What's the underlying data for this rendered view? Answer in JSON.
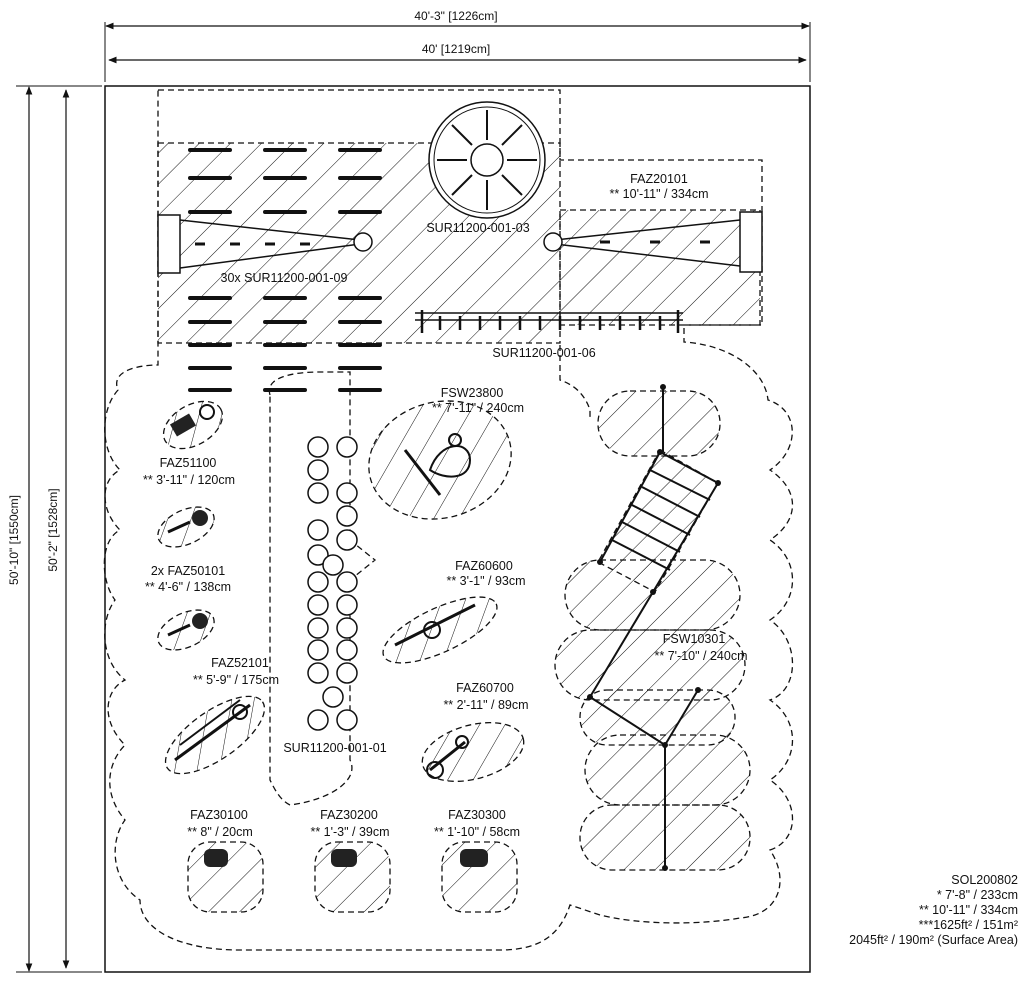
{
  "dimensions": {
    "outer_width": "40'-3\" [1226cm]",
    "inner_width": "40' [1219cm]",
    "outer_height": "50'-10\" [1550cm]",
    "inner_height": "50'-2\" [1528cm]"
  },
  "components": {
    "faz20101": {
      "code": "FAZ20101",
      "size": "** 10'-11\" / 334cm"
    },
    "sur_03": {
      "code": "SUR11200-001-03"
    },
    "sur_09": {
      "code": "30x SUR11200-001-09"
    },
    "sur_06": {
      "code": "SUR11200-001-06"
    },
    "fsw23800": {
      "code": "FSW23800",
      "size": "** 7'-11\" / 240cm"
    },
    "faz51100": {
      "code": "FAZ51100",
      "size": "** 3'-11\" / 120cm"
    },
    "faz50101": {
      "code": "2x FAZ50101",
      "size": "** 4'-6\" / 138cm"
    },
    "faz60600": {
      "code": "FAZ60600",
      "size": "** 3'-1\" / 93cm"
    },
    "fsw10301": {
      "code": "FSW10301",
      "size": "** 7'-10\" / 240cm"
    },
    "faz52101": {
      "code": "FAZ52101",
      "size": "** 5'-9\" / 175cm"
    },
    "faz60700": {
      "code": "FAZ60700",
      "size": "** 2'-11\" / 89cm"
    },
    "sur_01": {
      "code": "SUR11200-001-01"
    },
    "faz30100": {
      "code": "FAZ30100",
      "size": "** 8\" / 20cm"
    },
    "faz30200": {
      "code": "FAZ30200",
      "size": "** 1'-3\" / 39cm"
    },
    "faz30300": {
      "code": "FAZ30300",
      "size": "** 1'-10\" / 58cm"
    }
  },
  "summary": {
    "code": "SOL200802",
    "height": "* 7'-8\" / 233cm",
    "fall_height": "** 10'-11\" / 334cm",
    "area": "***1625ft² / 151m²",
    "surface_area": "2045ft² / 190m² (Surface Area)"
  }
}
